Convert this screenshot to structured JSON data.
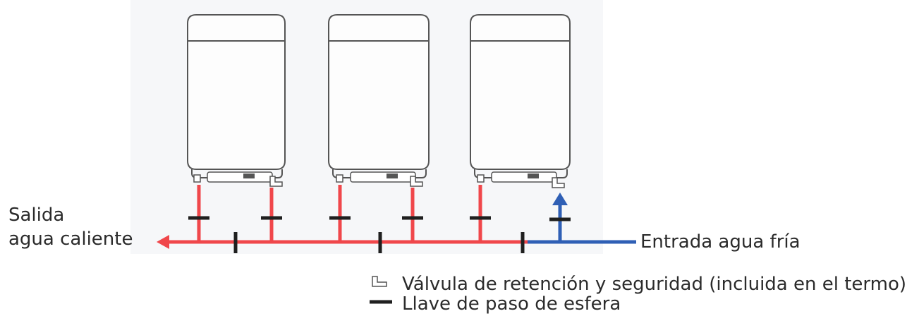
{
  "labels": {
    "hot_outlet_line1": "Salida",
    "hot_outlet_line2": "agua caliente",
    "cold_inlet": "Entrada agua fría"
  },
  "legend": {
    "check_valve": "Válvula de retención y seguridad (incluida en el termo)",
    "ball_valve": "Llave de paso de esfera"
  },
  "heaters": [
    {
      "id": "heater-1"
    },
    {
      "id": "heater-2"
    },
    {
      "id": "heater-3"
    }
  ],
  "colors": {
    "hot_pipe": "#f0474b",
    "cold_pipe": "#2f5fb5",
    "valve": "#1f1f1f",
    "outline": "#555555"
  }
}
